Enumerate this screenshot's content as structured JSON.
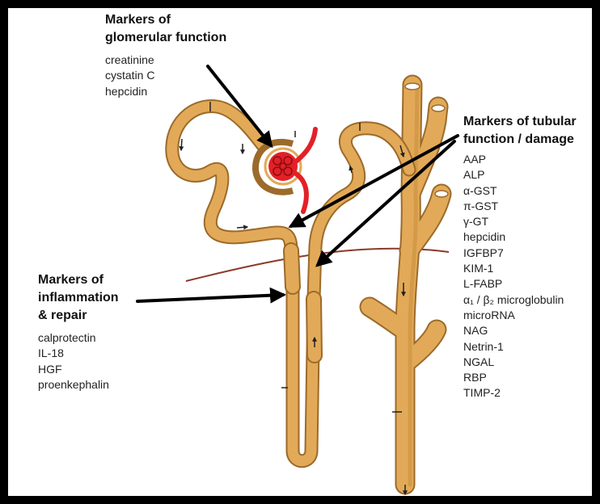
{
  "groups": {
    "glomerular": {
      "title_line1": "Markers of",
      "title_line2": "glomerular function",
      "items": [
        "creatinine",
        "cystatin C",
        "hepcidin"
      ]
    },
    "tubular": {
      "title_line1": "Markers of tubular",
      "title_line2": "function / damage",
      "items": [
        "AAP",
        "ALP",
        "α-GST",
        "π-GST",
        "γ-GT",
        "hepcidin",
        "IGFBP7",
        "KIM-1",
        "L-FABP",
        "α₁ / β₂ microglobulin",
        "microRNA",
        "NAG",
        "Netrin-1",
        "NGAL",
        "RBP",
        "TIMP-2"
      ]
    },
    "inflammation": {
      "title_line1": "Markers of",
      "title_line2": "inflammation",
      "title_line3": "& repair",
      "items": [
        "calprotectin",
        "IL-18",
        "HGF",
        "proenkephalin"
      ]
    }
  },
  "colors": {
    "tubule": "#D9A14E",
    "tubule_dark": "#9C6A2A",
    "glomerulus": "#E32027",
    "vessel": "#8B3A2A",
    "frame": "#000000"
  }
}
